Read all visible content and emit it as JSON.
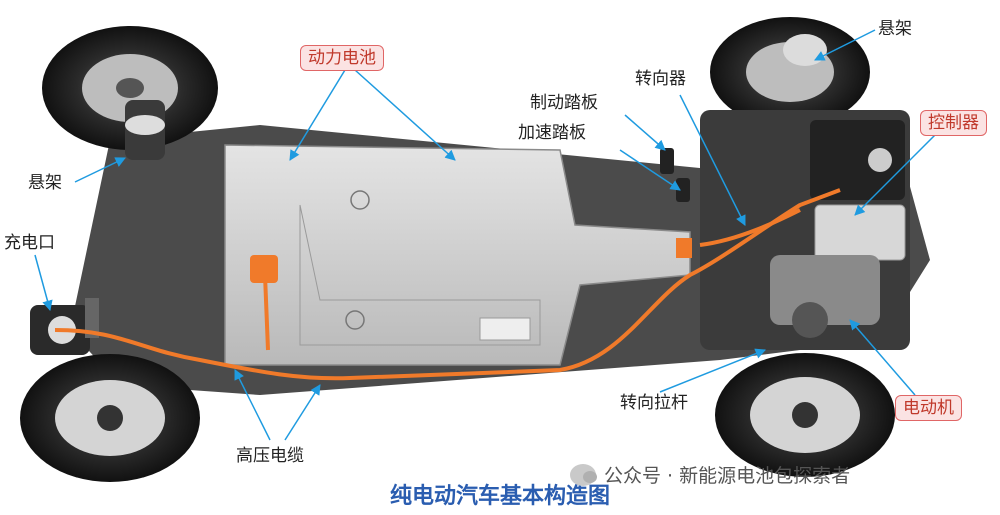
{
  "labels": {
    "suspension_rear": "悬架",
    "battery": "动力电池",
    "charge_port": "充电口",
    "brake_pedal": "制动踏板",
    "accel_pedal": "加速踏板",
    "steering_gear": "转向器",
    "suspension_front": "悬架",
    "controller": "控制器",
    "motor": "电动机",
    "steering_rod": "转向拉杆",
    "hv_cable": "高压电缆"
  },
  "caption": "纯电动汽车基本构造图",
  "watermark": "公众号 · 新能源电池包探索者",
  "colors": {
    "arrow": "#1f9be0",
    "highlight_border": "#e06666",
    "highlight_fill": "#fbe3e3",
    "caption": "#2a5db0",
    "cable": "#f07a2a"
  }
}
